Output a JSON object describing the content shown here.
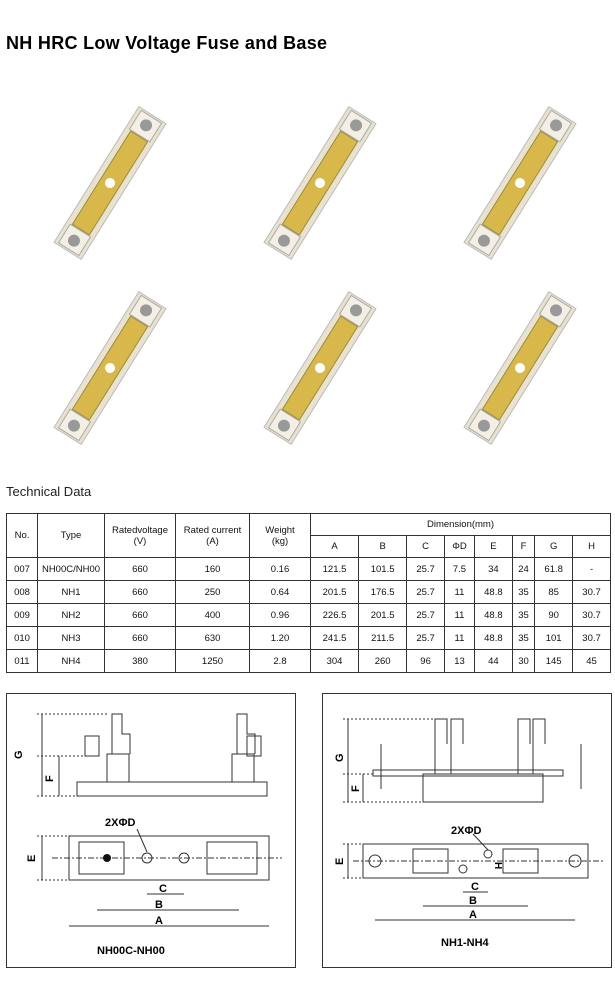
{
  "title": "NH HRC Low Voltage Fuse and Base",
  "subtitle": "Technical Data",
  "table": {
    "headers": {
      "no": "No.",
      "type": "Type",
      "voltage": "Ratedvoltage",
      "voltage_unit": "(V)",
      "current": "Rated current",
      "current_unit": "(A)",
      "weight": "Weight",
      "weight_unit": "(kg)",
      "dimension": "Dimension(mm)",
      "dims": [
        "A",
        "B",
        "C",
        "ΦD",
        "E",
        "F",
        "G",
        "H"
      ]
    },
    "rows": [
      [
        "007",
        "NH00C/NH00",
        "660",
        "160",
        "0.16",
        "121.5",
        "101.5",
        "25.7",
        "7.5",
        "34",
        "24",
        "61.8",
        "-"
      ],
      [
        "008",
        "NH1",
        "660",
        "250",
        "0.64",
        "201.5",
        "176.5",
        "25.7",
        "11",
        "48.8",
        "35",
        "85",
        "30.7"
      ],
      [
        "009",
        "NH2",
        "660",
        "400",
        "0.96",
        "226.5",
        "201.5",
        "25.7",
        "11",
        "48.8",
        "35",
        "90",
        "30.7"
      ],
      [
        "010",
        "NH3",
        "660",
        "630",
        "1.20",
        "241.5",
        "211.5",
        "25.7",
        "11",
        "48.8",
        "35",
        "101",
        "30.7"
      ],
      [
        "011",
        "NH4",
        "380",
        "1250",
        "2.8",
        "304",
        "260",
        "96",
        "13",
        "44",
        "30",
        "145",
        "45"
      ]
    ]
  },
  "diagrams": [
    {
      "caption": "NH00C-NH00",
      "labels": {
        "g": "G",
        "f": "F",
        "e": "E",
        "d": "2XΦD",
        "c": "C",
        "b": "B",
        "a": "A"
      }
    },
    {
      "caption": "NH1-NH4",
      "labels": {
        "g": "G",
        "f": "F",
        "e": "E",
        "d": "2XΦD",
        "h": "H",
        "c": "C",
        "b": "B",
        "a": "A"
      }
    }
  ]
}
